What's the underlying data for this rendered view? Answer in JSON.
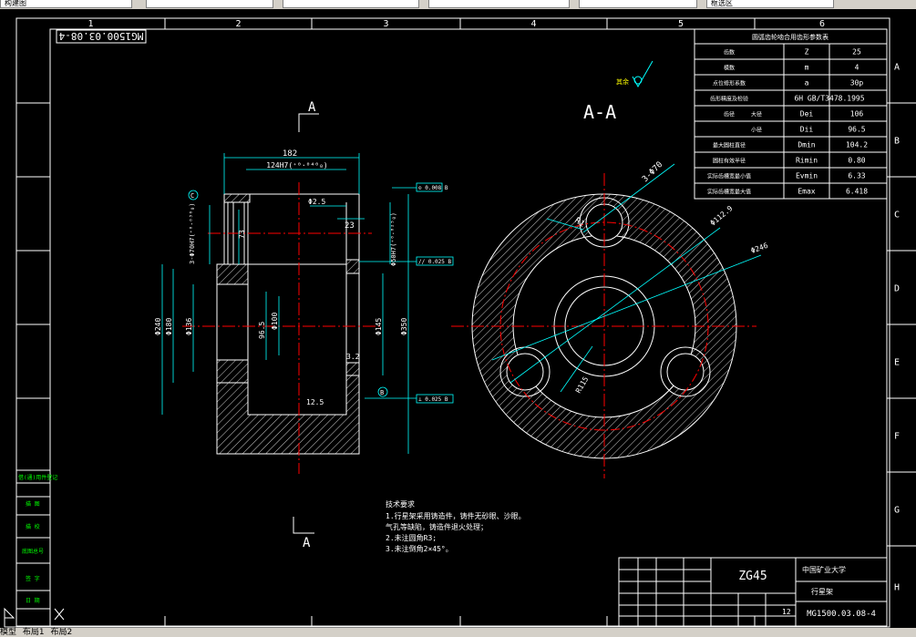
{
  "window": {
    "tabs": [
      "构建图",
      "",
      "",
      "",
      "",
      "",
      "框选区"
    ],
    "tab_x": [
      8,
      318,
      478,
      640,
      790,
      958
    ],
    "status_tabs": [
      "模型",
      "布局1",
      "布局2"
    ]
  },
  "frame": {
    "cols": [
      "1",
      "2",
      "3",
      "4",
      "5",
      "6"
    ],
    "rows": [
      "A",
      "B",
      "C",
      "D",
      "E",
      "F",
      "G",
      "H"
    ]
  },
  "drawing_no_mirrored": "MG1500.03.08-4",
  "section_labels": {
    "a_top": "A",
    "a_bottom": "A",
    "aa": "A-A"
  },
  "gear_table": {
    "title": "圆弧齿轮啮合用齿形参数表",
    "rows": [
      {
        "name": "齿数",
        "sub": "",
        "sym": "Z",
        "val": "25"
      },
      {
        "name": "模数",
        "sub": "",
        "sym": "m",
        "val": "4"
      },
      {
        "name": "点位修形系数",
        "sub": "",
        "sym": "a",
        "val": "30p"
      },
      {
        "name": "齿形精度及检验",
        "sub": "",
        "sym": "",
        "val": "6H GB/T3478.1995"
      },
      {
        "name": "齿径",
        "sub": "大径",
        "sym": "Dei",
        "val": "106"
      },
      {
        "name": "",
        "sub": "小径",
        "sym": "Dii",
        "val": "96.5"
      },
      {
        "name": "最大圆柱直径",
        "sub": "",
        "sym": "Dmin",
        "val": "104.2"
      },
      {
        "name": "圆柱有效半径",
        "sub": "",
        "sym": "Rimin",
        "val": "0.80"
      },
      {
        "name": "实际齿槽宽最小值",
        "sub": "",
        "sym": "Evmin",
        "val": "6.33"
      },
      {
        "name": "实际齿槽宽最大值",
        "sub": "",
        "sym": "Emax",
        "val": "6.418"
      }
    ]
  },
  "dims_left": {
    "d182": "182",
    "d124": "124H7(⁺⁰·⁰⁴⁰₀)",
    "d25": "Φ2.5",
    "d23": "23",
    "d3phi70": "3-Φ70H7(⁺⁰·⁰³⁰₀)",
    "d50h7": "Φ50H7(⁺⁰·⁰²⁵₀)",
    "d73": "73",
    "d240": "Φ240",
    "d180": "Φ180",
    "d136": "Φ136",
    "d96": "96.5",
    "d100": "Φ100",
    "d145": "Φ145",
    "d350": "Φ350",
    "d32": "3.2",
    "d125": "12.5",
    "tol1": "⊙ 0.008 B",
    "tol2": "// 0.025 B",
    "tol3": "⊥ 0.025 B",
    "c": "C",
    "b": "B"
  },
  "dims_right": {
    "d3phi70": "3-Φ70",
    "r": "R1",
    "d112": "Φ112.9",
    "d246": "Φ246",
    "d115": "R115",
    "roughness": "其余"
  },
  "notes": {
    "title": "技术要求",
    "lines": [
      "1.行星架采用铸造件，铸件无砂眼、沙眼。",
      "气孔等缺陷，铸造件退火处理；",
      "2.未注圆角R3;",
      "3.未注倒角2×45°。"
    ]
  },
  "title_block": {
    "material": "ZG45",
    "school": "中国矿业大学",
    "part": "行星架",
    "drawing_no": "MG1500.03.08-4",
    "scale": "12"
  },
  "left_strip": [
    "借(通)用件登记",
    "描 图",
    "描 校",
    "底图总号",
    "签 字",
    "日 期"
  ]
}
